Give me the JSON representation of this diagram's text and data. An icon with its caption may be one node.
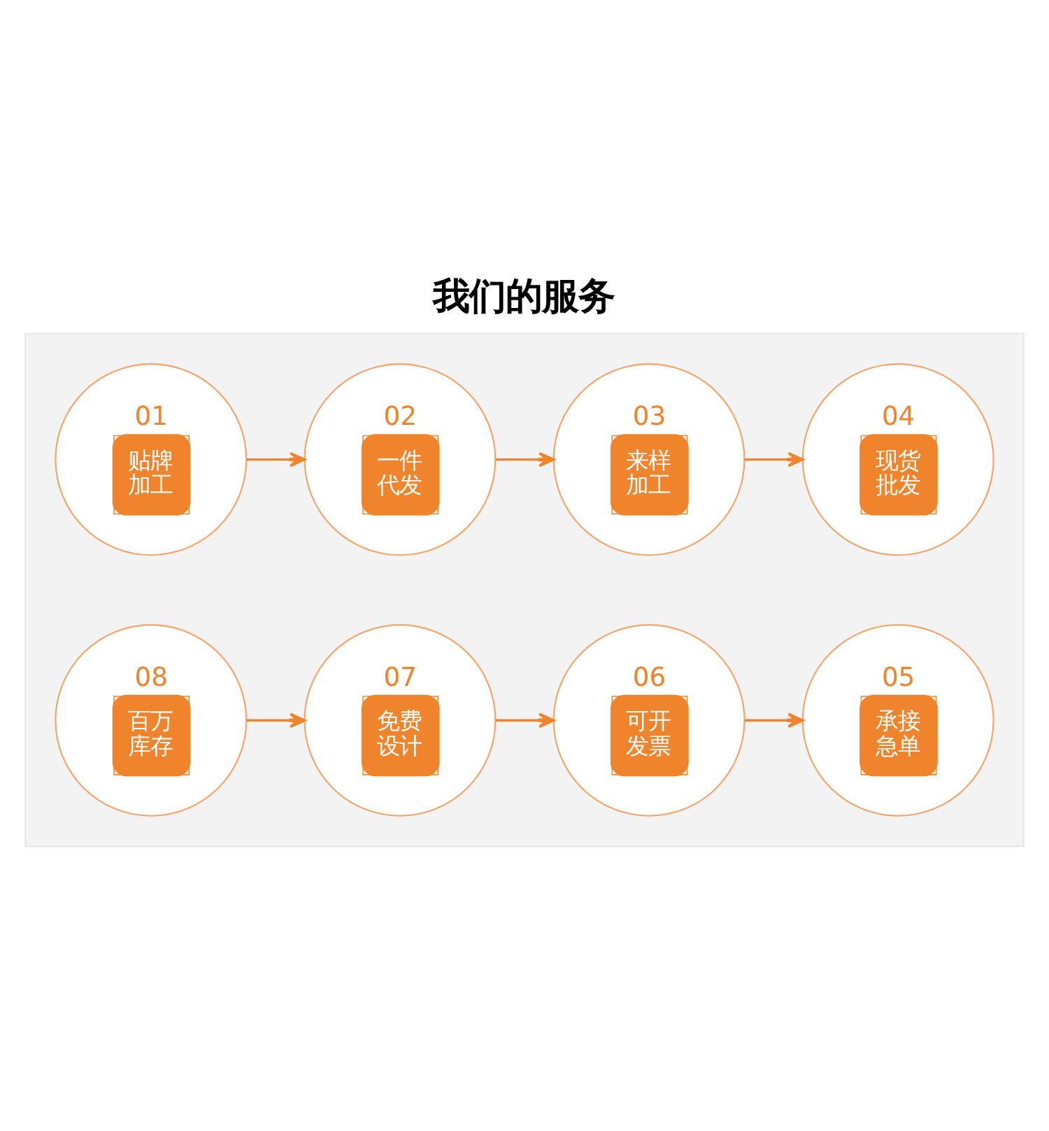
{
  "diagram": {
    "title": "我们的服务",
    "nodes": [
      {
        "text": [],
        "shape": "box"
      },
      {
        "text": [
          "01",
          "贴牌加工"
        ],
        "in": 0
      },
      {
        "text": [
          "02",
          "一件代发"
        ],
        "in": 0
      },
      {
        "text": [
          "03",
          "来样加工"
        ],
        "in": 0
      },
      {
        "text": [
          "04",
          "现货批发"
        ],
        "in": 0
      },
      {
        "text": [
          "08",
          "百万库存"
        ],
        "in": 0
      },
      {
        "text": [
          "07",
          "免费设计"
        ],
        "in": 0
      },
      {
        "text": [
          "06",
          "可开发票"
        ],
        "in": 0
      },
      {
        "text": [
          "05",
          "承接急单"
        ],
        "in": 0
      }
    ],
    "edges": [
      {
        "from": 1,
        "to": 2,
        "arrow": "to"
      },
      {
        "from": 2,
        "to": 3,
        "arrow": "to"
      },
      {
        "from": 3,
        "to": 4,
        "arrow": "to"
      },
      {
        "from": 5,
        "to": 6,
        "arrow": "to"
      },
      {
        "from": 6,
        "to": 7,
        "arrow": "to"
      },
      {
        "from": 7,
        "to": 8,
        "arrow": "to"
      }
    ]
  }
}
